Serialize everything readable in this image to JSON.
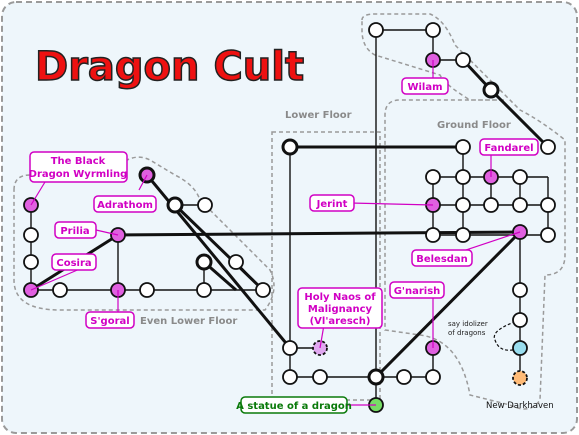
{
  "title": "Dragon Cult",
  "zones": {
    "lower_floor": "Lower Floor",
    "ground_floor": "Ground Floor",
    "even_lower_floor": "Even Lower Floor"
  },
  "labels": {
    "black_dragon_wyrmling": [
      "The Black",
      "Dragon Wyrmling"
    ],
    "adrathom": "Adrathom",
    "prilia": "Prilia",
    "cosira": "Cosira",
    "sgoral": "S'goral",
    "holy_naos": [
      "Holy Naos of",
      "Malignancy",
      "(Vl'aresch)"
    ],
    "wilam": "Wilam",
    "fandarel": "Fandarel",
    "jerint": "Jerint",
    "belesdan": "Belesdan",
    "gnarish": "G'narish"
  },
  "start_label": "A statue of a dragon",
  "note": [
    "say idolizer",
    "of dragons"
  ],
  "city": "New Darkhaven",
  "colors": {
    "title": "#ee1111",
    "magenta": "#e060e0",
    "label_border": "#d100c4",
    "start": "#77dd66",
    "start_text": "#0a7a0a",
    "zone_border": "#9a9a9a",
    "room": "#ffffff",
    "cyan": "#99ddee",
    "orange": "#ffbb77"
  }
}
